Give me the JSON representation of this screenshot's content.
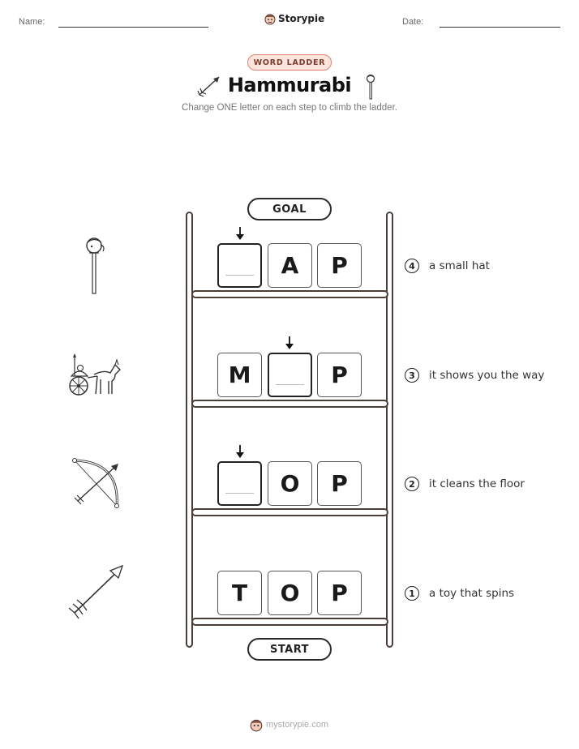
{
  "header": {
    "name_label": "Name:",
    "date_label": "Date:",
    "brand": "Storypie"
  },
  "badge": "WORD LADDER",
  "title": "Hammurabi",
  "subtitle": "Change ONE letter on each step to climb the ladder.",
  "ladder": {
    "goal_label": "GOAL",
    "start_label": "START",
    "rows": [
      {
        "tiles": [
          "",
          "A",
          "P"
        ],
        "clue_num": "4",
        "clue": "a small hat",
        "picture": "mace-icon"
      },
      {
        "tiles": [
          "M",
          "",
          "P"
        ],
        "clue_num": "3",
        "clue": "it shows you the way",
        "picture": "chariot-icon"
      },
      {
        "tiles": [
          "",
          "O",
          "P"
        ],
        "clue_num": "2",
        "clue": "it cleans the floor",
        "picture": "bow-and-arrow-icon"
      },
      {
        "tiles": [
          "T",
          "O",
          "P"
        ],
        "clue_num": "1",
        "clue": "a toy that spins",
        "picture": "arrow-icon"
      }
    ]
  },
  "footer": "mystorypie.com",
  "colors": {
    "badge_border": "#e0806c",
    "badge_fill": "#fde5dd",
    "rail": "#4a3c36"
  }
}
